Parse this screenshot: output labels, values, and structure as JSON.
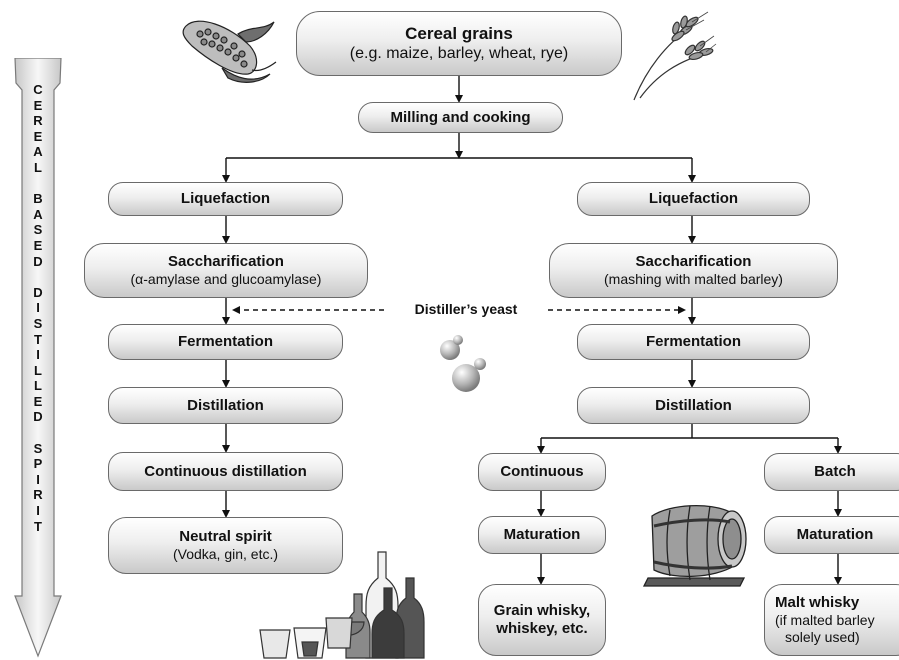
{
  "top": {
    "title": "Cereal grains",
    "subtitle": "(e.g. maize, barley, wheat, rye)"
  },
  "milling": "Milling and cooking",
  "left": {
    "liquefaction": "Liquefaction",
    "saccharification": {
      "title": "Saccharification",
      "subtitle": "(α-amylase and glucoamylase)"
    },
    "fermentation": "Fermentation",
    "distillation": "Distillation",
    "continuous": "Continuous distillation",
    "product": {
      "title": "Neutral spirit",
      "subtitle": "(Vodka, gin, etc.)"
    }
  },
  "right": {
    "liquefaction": "Liquefaction",
    "saccharification": {
      "title": "Saccharification",
      "subtitle": "(mashing with malted barley)"
    },
    "fermentation": "Fermentation",
    "distillation": "Distillation",
    "continuous": "Continuous",
    "batch": "Batch",
    "maturation_continuous": "Maturation",
    "maturation_batch": "Maturation",
    "grain_product": {
      "line1": "Grain whisky,",
      "line2": "whiskey, etc."
    },
    "malt_product": {
      "title": "Malt whisky",
      "line2": "(if malted barley",
      "line3": "solely used)"
    }
  },
  "yeast": "Distiller’s yeast",
  "sidebar": {
    "letters": [
      "C",
      "E",
      "R",
      "E",
      "A",
      "L",
      "",
      "B",
      "A",
      "S",
      "E",
      "D",
      "",
      "D",
      "I",
      "S",
      "T",
      "I",
      "L",
      "L",
      "E",
      "D",
      "",
      "S",
      "P",
      "I",
      "R",
      "I",
      "T"
    ]
  },
  "illustrations": [
    "corn-cob-icon",
    "wheat-ears-icon",
    "yeast-cells-icon",
    "barrel-icon",
    "bottles-and-glasses-icon"
  ]
}
